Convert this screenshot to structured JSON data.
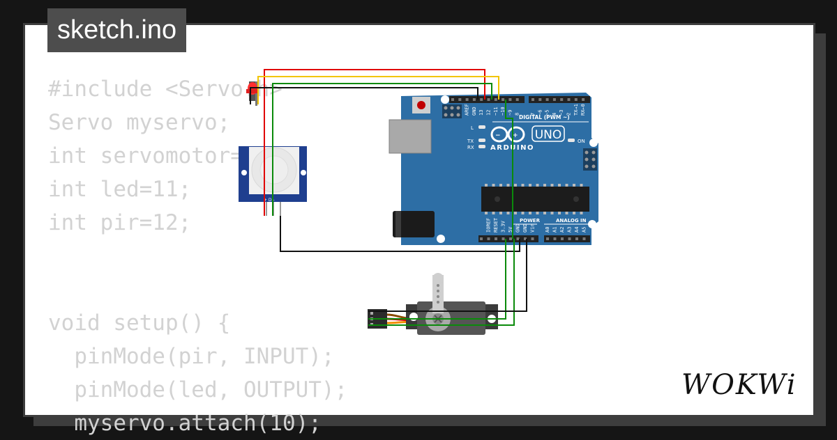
{
  "file": {
    "name": "sketch.ino"
  },
  "code": {
    "lines": [
      "#include <Servo.h>",
      "Servo myservo;",
      "int servomotor=10;",
      "int led=11;",
      "int pir=12;",
      "",
      "",
      "void setup() {",
      "  pinMode(pir, INPUT);",
      "  pinMode(led, OUTPUT);",
      "  myservo.attach(10);"
    ]
  },
  "board": {
    "model": "UNO",
    "brand": "ARDUINO",
    "digital_label": "DIGITAL (PWM ~)",
    "power_label": "POWER",
    "analog_label": "ANALOG IN",
    "on_label": "ON",
    "led_l": "L",
    "led_tx": "TX",
    "led_rx": "RX",
    "top_pins": [
      "AREF",
      "GND",
      "13",
      "12",
      "~11",
      "~10",
      "~9",
      "8",
      "7",
      "~6",
      "~5",
      "4",
      "~3",
      "2",
      "TX→1",
      "RX←0"
    ],
    "power_pins": [
      "IOREF",
      "RESET",
      "3.3V",
      "5V",
      "GND",
      "GND",
      "Vin"
    ],
    "analog_pins": [
      "A0",
      "A1",
      "A2",
      "A3",
      "A4",
      "A5"
    ],
    "color": "#2d6ea5"
  },
  "pir_sensor": {
    "pin_labels": "+ D -"
  },
  "wires": {
    "red": "#e00000",
    "yellow": "#f2c500",
    "green": "#0a8a0a",
    "black": "#111111"
  },
  "logo": {
    "text": "WOKWi"
  }
}
